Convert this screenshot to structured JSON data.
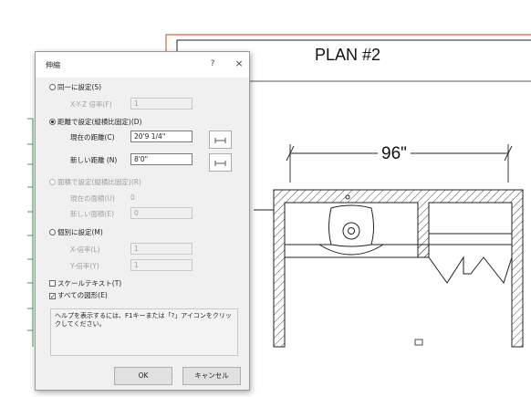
{
  "plan": {
    "title": "PLAN #2",
    "dimension": "96\""
  },
  "dialog": {
    "title": "伸縮",
    "help_button": "?",
    "close_button": "×",
    "uniform_option": "同一に設定(S)",
    "xy_scale_label": "X-Y-Z 倍率(F)",
    "xy_scale_value": "1",
    "distance_option": "距離で設定(縦横比固定)(D)",
    "current_distance_label": "現在の距離(C)",
    "current_distance_value": "20'9 1/4\"",
    "new_distance_label": "新しい距離 (N)",
    "new_distance_value": "8'0\"",
    "area_option": "面積で設定(縦横比固定)(R)",
    "current_area_label": "現在の面積(U)",
    "current_area_value": "0",
    "new_area_label": "新しい面積(E)",
    "new_area_value": "0",
    "separate_option": "個別に設定(M)",
    "x_scale_label": "X-倍率(L)",
    "x_scale_value": "1",
    "y_scale_label": "Y-倍率(Y)",
    "y_scale_value": "1",
    "scale_text_label": "スケールテキスト(T)",
    "all_objects_label": "すべての図形(E)",
    "help_text": "ヘルプを表示するには、F1キーまたは「?」アイコンをクリックしてください。",
    "ok_button": "OK",
    "cancel_button": "キャンセル"
  },
  "state": {
    "selected_mode": "distance",
    "scale_text_checked": false,
    "all_objects_checked": true
  },
  "colors": {
    "title_frame": "#d86a3a",
    "dialog_bg": "#f0f0f0",
    "guide_lines": "#3fa34d",
    "hatch": "#444444"
  }
}
